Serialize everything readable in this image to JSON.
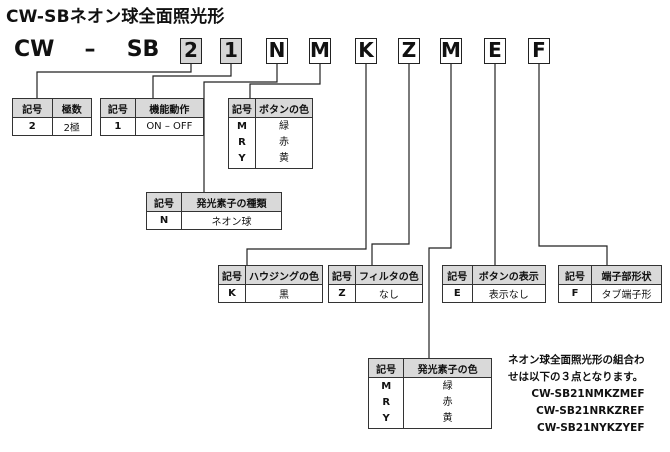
{
  "title": "CW-SBネオン球全面照光形",
  "model": {
    "prefix1": "CW",
    "dash": "–",
    "prefix2": "SB",
    "boxes": [
      "2",
      "1",
      "N",
      "M",
      "K",
      "Z",
      "M",
      "E",
      "F"
    ]
  },
  "tables": {
    "poles": {
      "h1": "記号",
      "h2": "極数",
      "rows": [
        [
          "2",
          "2極"
        ]
      ]
    },
    "operation": {
      "h1": "記号",
      "h2": "機能動作",
      "rows": [
        [
          "1",
          "ON – OFF"
        ]
      ]
    },
    "button_color": {
      "h1": "記号",
      "h2": "ボタンの色",
      "keys": [
        "M",
        "R",
        "Y"
      ],
      "vals": [
        "緑",
        "赤",
        "黄"
      ]
    },
    "light_type": {
      "h1": "記号",
      "h2": "発光素子の種類",
      "rows": [
        [
          "N",
          "ネオン球"
        ]
      ]
    },
    "housing_color": {
      "h1": "記号",
      "h2": "ハウジングの色",
      "rows": [
        [
          "K",
          "黒"
        ]
      ]
    },
    "filter_color": {
      "h1": "記号",
      "h2": "フィルタの色",
      "rows": [
        [
          "Z",
          "なし"
        ]
      ]
    },
    "button_display": {
      "h1": "記号",
      "h2": "ボタンの表示",
      "rows": [
        [
          "E",
          "表示なし"
        ]
      ]
    },
    "terminal_shape": {
      "h1": "記号",
      "h2": "端子部形状",
      "rows": [
        [
          "F",
          "タブ端子形"
        ]
      ]
    },
    "light_color": {
      "h1": "記号",
      "h2": "発光素子の色",
      "keys": [
        "M",
        "R",
        "Y"
      ],
      "vals": [
        "緑",
        "赤",
        "黄"
      ]
    }
  },
  "note": {
    "line1": "ネオン球全面照光形の組合わ",
    "line2": "せは以下の３点となります。",
    "examples": [
      "CW-SB21NMKZMEF",
      "CW-SB21NRKZREF",
      "CW-SB21NYKZYEF"
    ]
  }
}
